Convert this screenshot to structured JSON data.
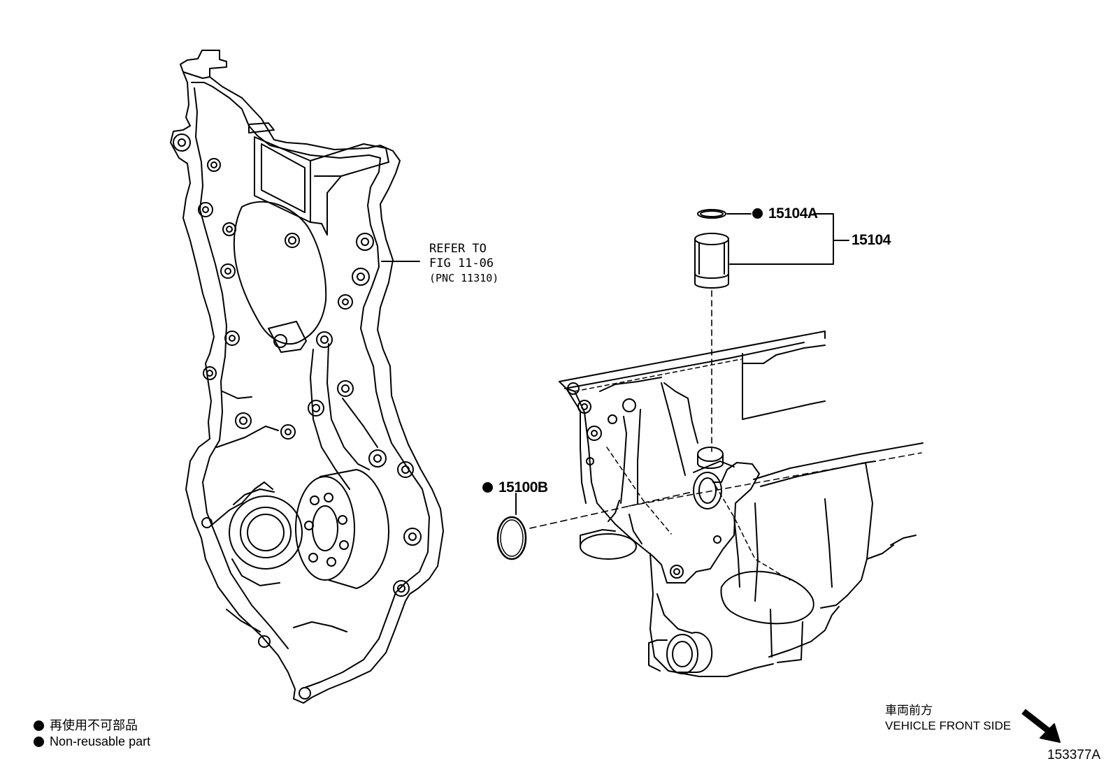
{
  "callouts": {
    "p15104A": "15104A",
    "p15104": "15104",
    "p15100B": "15100B"
  },
  "refer": {
    "line1": "REFER TO",
    "line2": "FIG 11-06",
    "line3": "(PNC 11310)"
  },
  "legend": {
    "japanese": "再使用不可部品",
    "english": "Non-reusable part"
  },
  "front": {
    "japanese": "車両前方",
    "english": "VEHICLE FRONT SIDE"
  },
  "figure_code": "153377A",
  "icons": {
    "non_reusable": "filled-circle-icon",
    "direction": "arrow-down-right-icon"
  }
}
